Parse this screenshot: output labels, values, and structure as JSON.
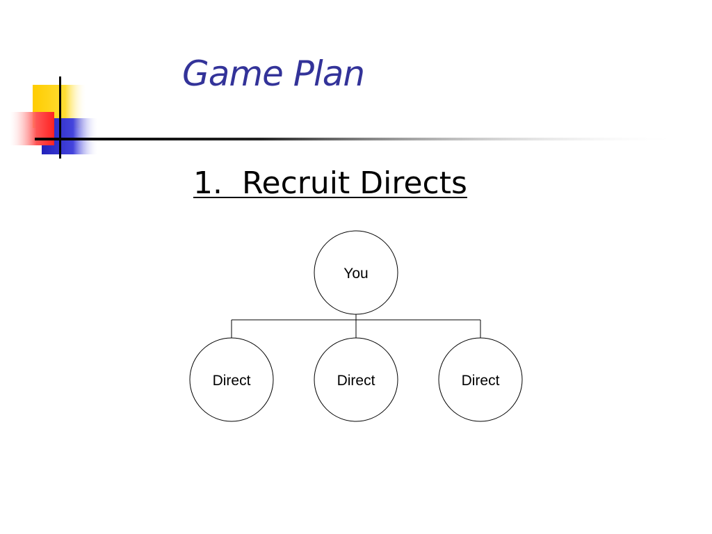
{
  "slide": {
    "title": "Game Plan",
    "heading": "1.  Recruit Directs"
  },
  "diagram": {
    "root": {
      "label": "You"
    },
    "children": [
      {
        "label": "Direct"
      },
      {
        "label": "Direct"
      },
      {
        "label": "Direct"
      }
    ]
  },
  "colors": {
    "title": "#333399",
    "accent_yellow": "#ffcc00",
    "accent_red": "#ff3333",
    "accent_blue": "#3333cc",
    "rule": "#000000"
  }
}
